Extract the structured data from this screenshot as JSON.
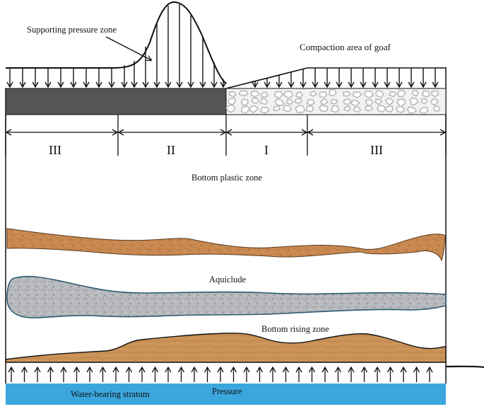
{
  "labels": {
    "supporting_pressure_zone": "Supporting pressure zone",
    "compaction_area_of_goaf": "Compaction area of goaf",
    "bottom_plastic_zone": "Bottom plastic zone",
    "aquiclude": "Aquiclude",
    "bottom_rising_zone": "Bottom rising zone",
    "water_bearing_stratum": "Water-bearing stratum",
    "pressure": "Pressure"
  },
  "zones": [
    "III",
    "II",
    "I",
    "III"
  ],
  "colors": {
    "coal_seam": "#555555",
    "goaf_fill": "#f2f2f2",
    "goaf_stones": "#b9b9b9",
    "sandstone_layer": "#c8884f",
    "aquiclude_layer": "#b7b9bd",
    "aquiclude_outline": "#2d5a70",
    "rising_layer": "#c99155",
    "water_stratum": "#3aa6dc",
    "lines": "#111111"
  }
}
